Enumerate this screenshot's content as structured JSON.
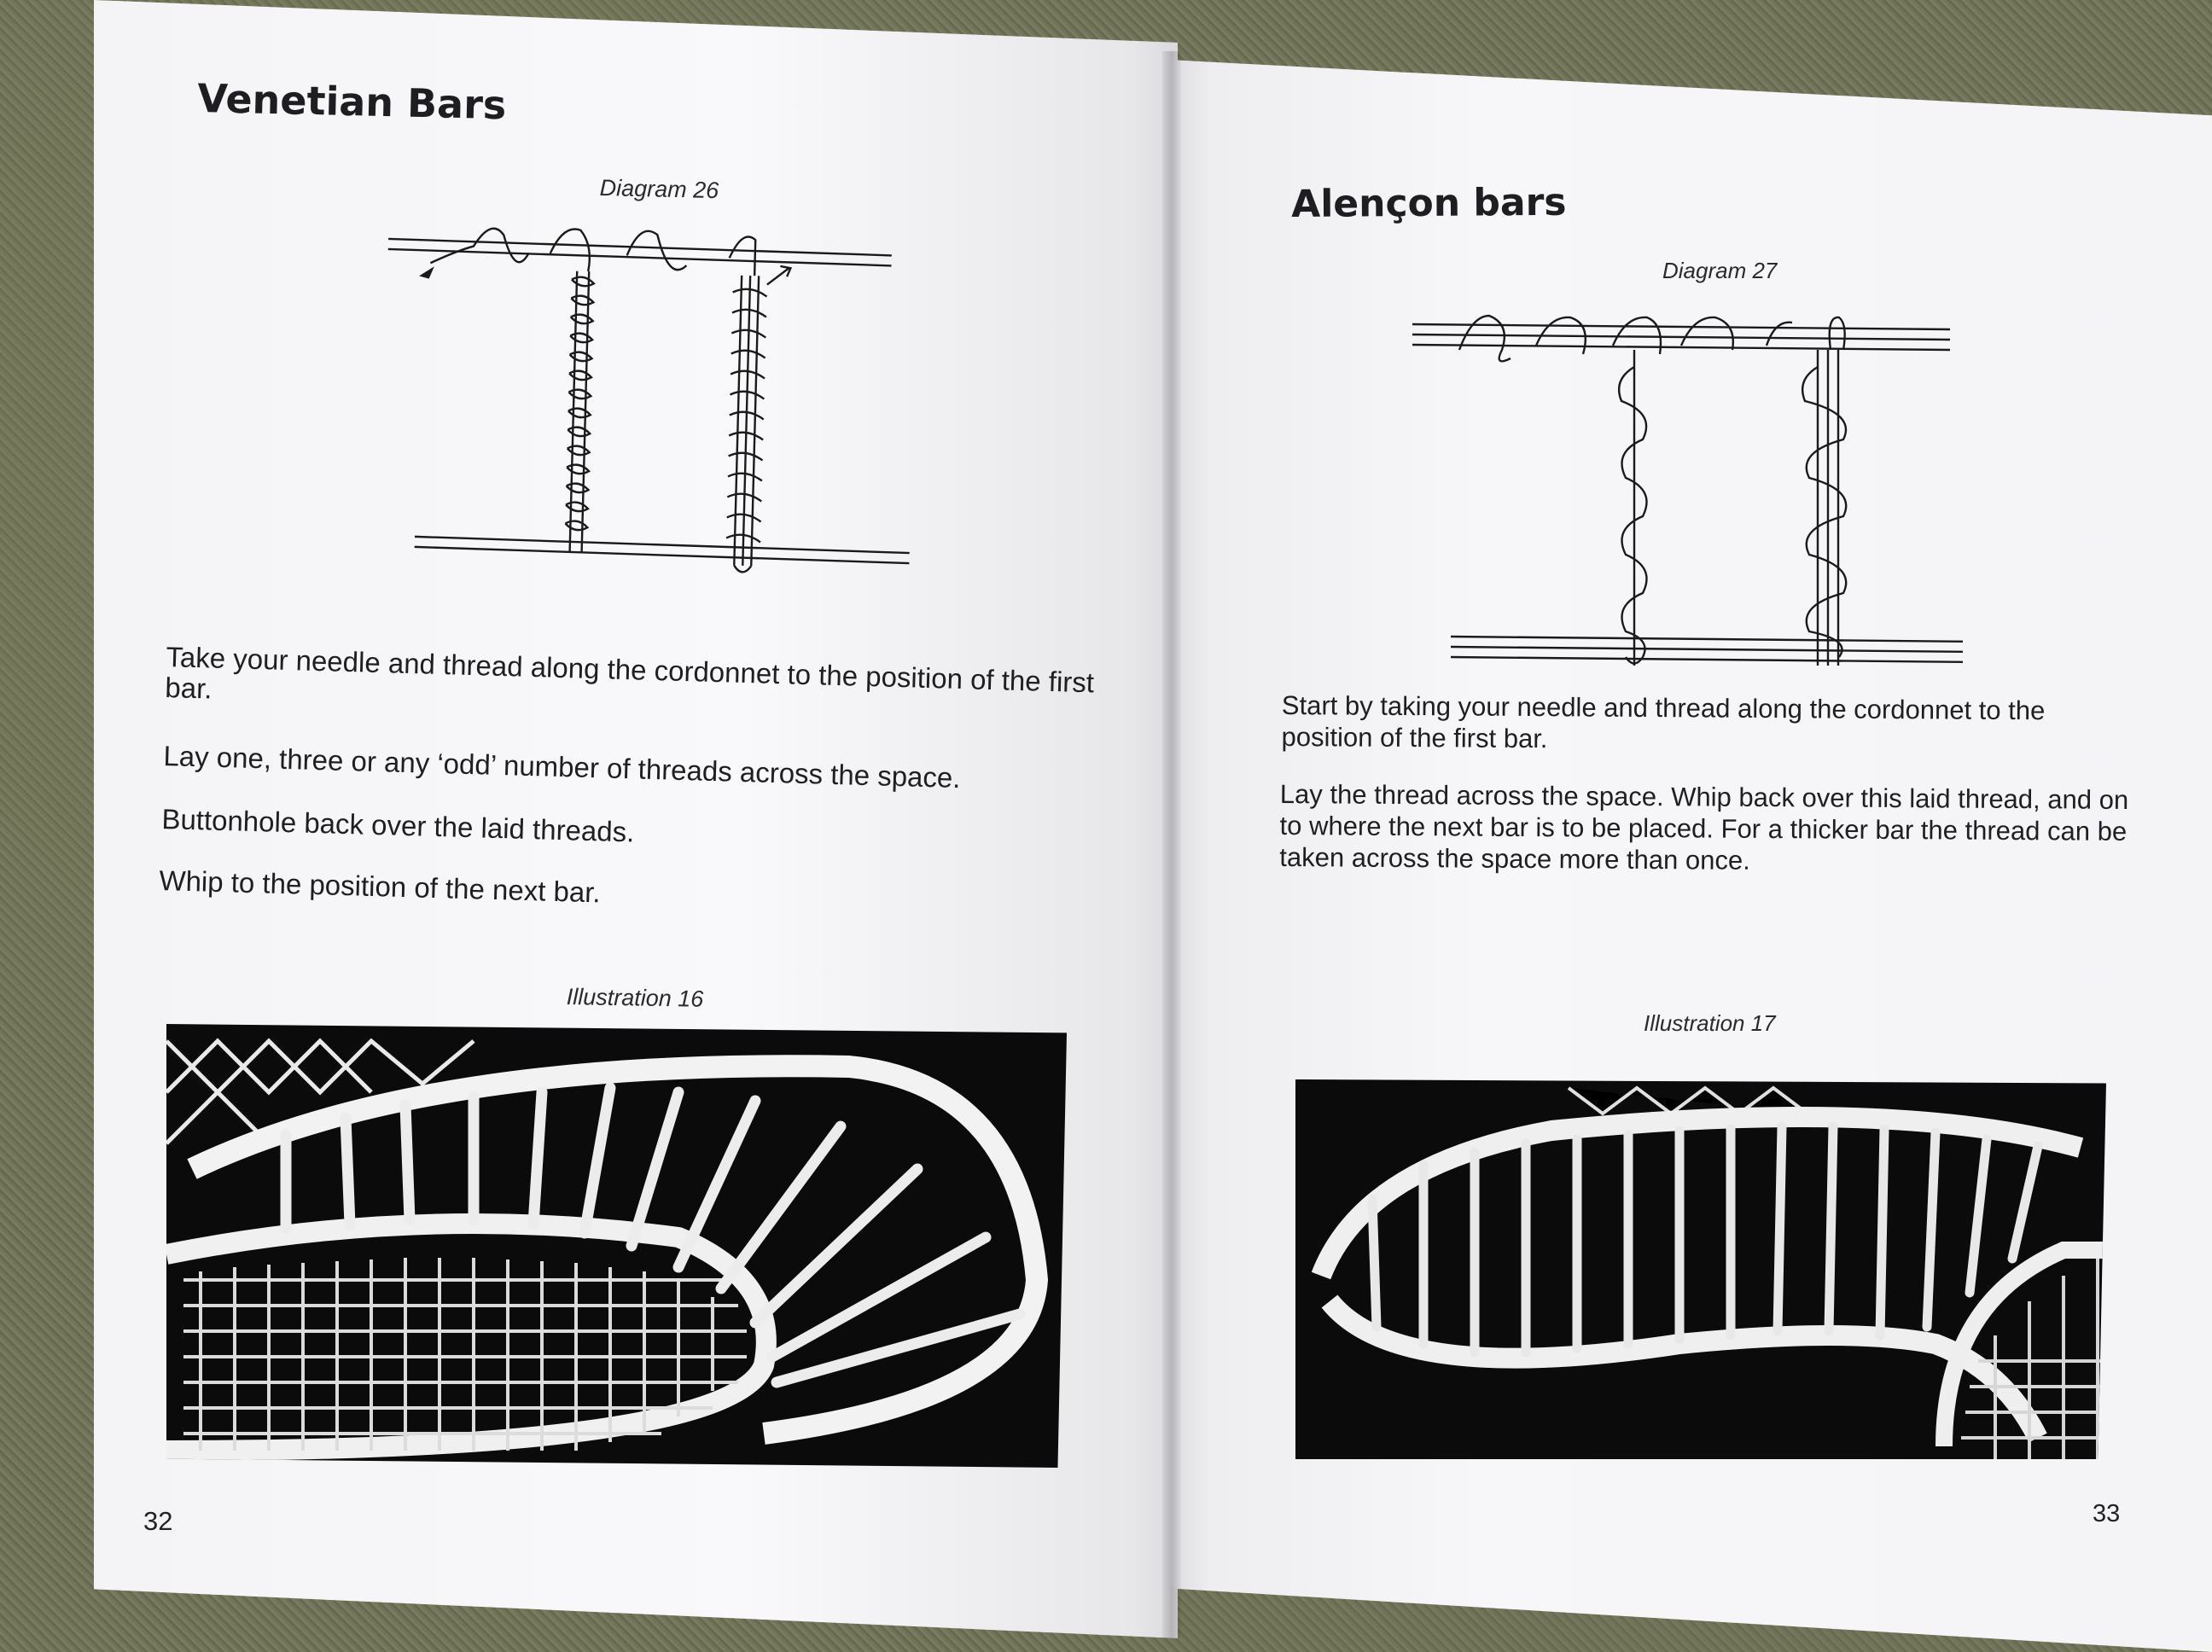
{
  "left_page": {
    "title": "Venetian Bars",
    "diagram_caption": "Diagram 26",
    "paragraphs": [
      "Take your needle and thread along the cordonnet  to the position of the first bar.",
      "Lay one, three or  any ‘odd’  number of threads across the space.",
      "Buttonhole back over the laid threads.",
      "Whip to the position of the next bar."
    ],
    "illustration_caption": "Illustration 16",
    "page_number": "32"
  },
  "right_page": {
    "title": "Alençon bars",
    "diagram_caption": "Diagram 27",
    "paragraphs": [
      "Start by taking your needle and thread along the cordonnet to the position of the first bar.",
      "Lay the thread across the space.  Whip back over this laid thread, and on to where the next bar is to be placed. For a thicker bar the thread can be taken across the space more than once."
    ],
    "illustration_caption": "Illustration 17",
    "page_number": "33"
  }
}
